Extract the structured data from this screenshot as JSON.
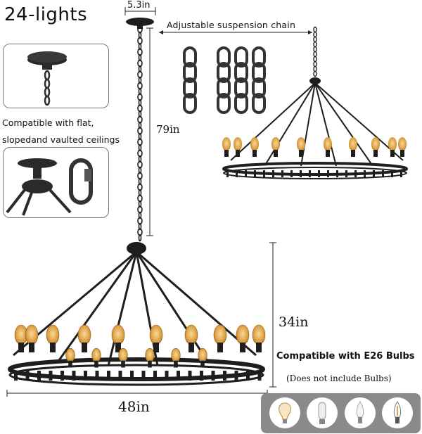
{
  "title": "24-lights",
  "dimensions": {
    "canopy_width": "5.3in",
    "chain_height": "79in",
    "body_height": "34in",
    "diameter": "48in"
  },
  "chain_label": "Adjustable suspension chain",
  "ceiling_note": {
    "line1": "Compatible with flat,",
    "line2": "slopedand vaulted ceilings"
  },
  "bulb_note": {
    "line1": "Compatible with E26 Bulbs",
    "line2": "(Does not include Bulbs)"
  },
  "bulb_types": [
    "edison-bulb",
    "tubular-bulb",
    "candle-bulb",
    "led-filament-bulb"
  ],
  "colors": {
    "iron": "#1e1e1e",
    "amber": "#e0a64a",
    "bar": "#8a8a8a"
  }
}
